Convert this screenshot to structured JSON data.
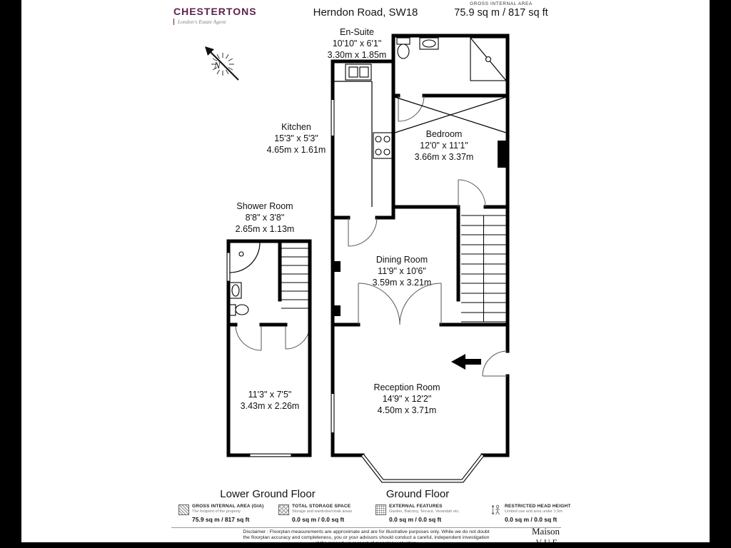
{
  "header": {
    "brand_name": "CHESTERTONS",
    "brand_tagline": "London's Estate Agent",
    "brand_color": "#5c2150",
    "title": "Herndon Road, SW18",
    "gia_label": "GROSS INTERNAL AREA",
    "gia_value": "75.9 sq m / 817 sq ft"
  },
  "compass": {
    "north_label": "N"
  },
  "rooms": [
    {
      "name": "En-Suite",
      "imperial": "10'10\" x 6'1\"",
      "metric": "3.30m x 1.85m"
    },
    {
      "name": "Kitchen",
      "imperial": "15'3\" x 5'3\"",
      "metric": "4.65m x 1.61m"
    },
    {
      "name": "Bedroom",
      "imperial": "12'0\" x 11'1\"",
      "metric": "3.66m x 3.37m"
    },
    {
      "name": "Shower Room",
      "imperial": "8'8\" x 3'8\"",
      "metric": "2.65m x 1.13m"
    },
    {
      "name": "Dining Room",
      "imperial": "11'9\" x 10'6\"",
      "metric": "3.59m x 3.21m"
    },
    {
      "name": "",
      "imperial": "11'3\" x 7'5\"",
      "metric": "3.43m x 2.26m"
    },
    {
      "name": "Reception Room",
      "imperial": "14'9\" x 12'2\"",
      "metric": "4.50m x 3.71m"
    }
  ],
  "floor_labels": {
    "lower": "Lower Ground Floor",
    "ground": "Ground Floor"
  },
  "legend": {
    "items": [
      {
        "title": "GROSS INTERNAL AREA (GIA)",
        "subtitle": "The footprint of the property",
        "value": "75.9 sq m / 817 sq ft"
      },
      {
        "title": "TOTAL STORAGE SPACE",
        "subtitle": "Storage and wardrobe/cloak areas",
        "value": "0.0 sq m / 0.0 sq ft"
      },
      {
        "title": "EXTERNAL FEATURES",
        "subtitle": "Garden, Balcony, Terrace, Verandah etc.",
        "value": "0.0 sq m / 0.0 sq ft"
      },
      {
        "title": "RESTRICTED HEAD HEIGHT",
        "subtitle": "Limited use and area under 1.5m",
        "value": "0.0 sq m / 0.0 sq ft"
      }
    ]
  },
  "disclaimer": "Disclaimer : Floorplan measurements are approximate and are for illustrative purposes only. While we do not doubt the floorplan accuracy and completeness, you or your advisors should conduct a careful, independent investigation of the property in respect of monetary valuation.",
  "footer_brand": {
    "line1": "Maison",
    "line2": "VUE"
  }
}
